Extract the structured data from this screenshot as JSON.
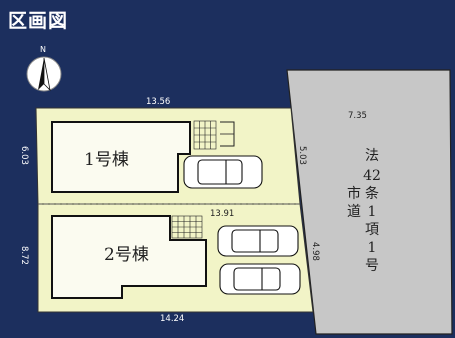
{
  "title": "区画図",
  "compass": {
    "label": "N"
  },
  "lots": {
    "lot1": {
      "label": "1号棟"
    },
    "lot2": {
      "label": "2号棟"
    }
  },
  "dimensions": {
    "top_width": "13.56",
    "lot1_left_depth": "6.03",
    "middle_width": "13.91",
    "lot2_left_depth": "8.72",
    "bottom_width": "14.24",
    "road_width_top": "7.35",
    "road_side_upper": "5.03",
    "road_side_lower": "4.98"
  },
  "road": {
    "label": "法42条1項1号市道",
    "label_chars": [
      "法",
      "42",
      "条",
      "1",
      "項",
      "1",
      "号"
    ],
    "label_city": [
      "市",
      "道"
    ]
  },
  "colors": {
    "background": "#1c2f5e",
    "lot_fill": "#f2f4c7",
    "road_fill": "#c7c7c7",
    "outline": "#333333"
  }
}
